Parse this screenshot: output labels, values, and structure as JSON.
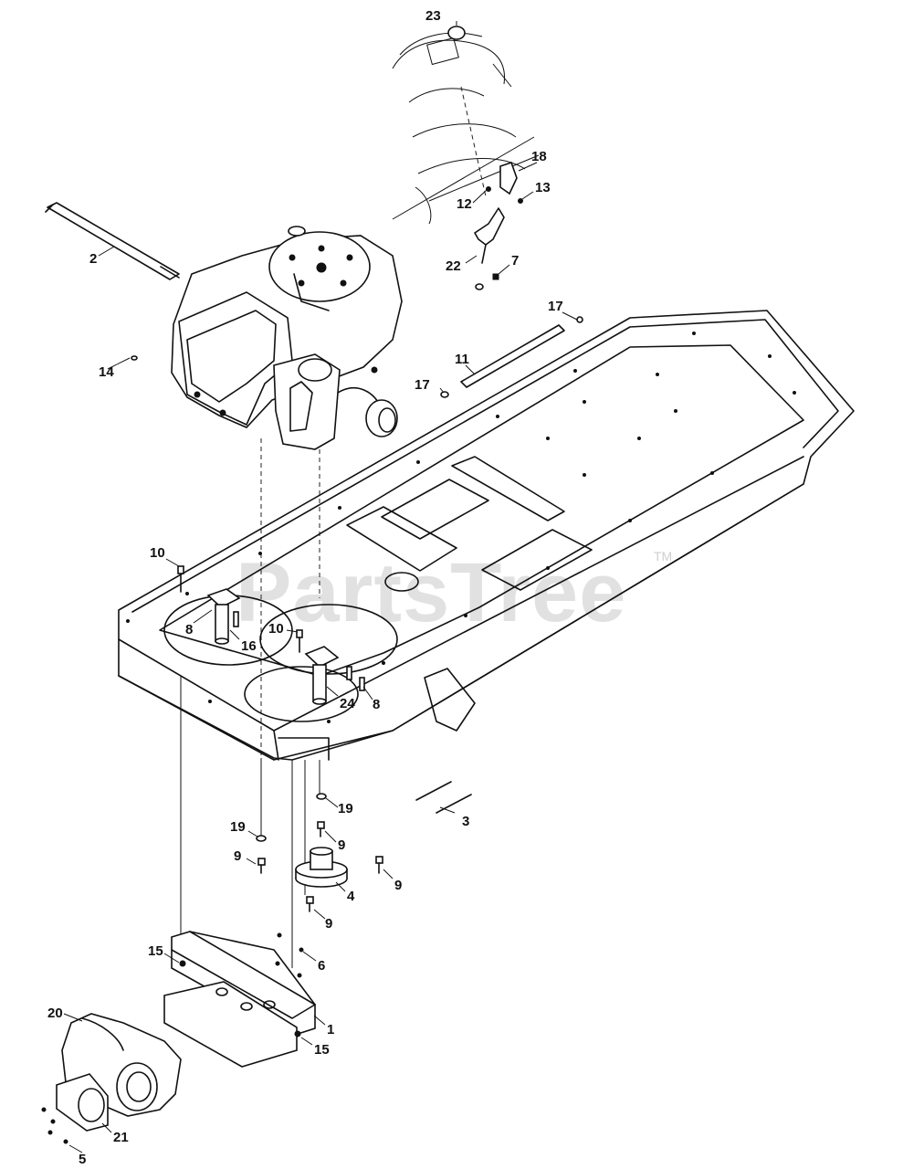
{
  "watermark": {
    "text": "PartsTree",
    "trademark": "TM"
  },
  "callouts": [
    {
      "id": "c1",
      "label": "1"
    },
    {
      "id": "c2",
      "label": "2"
    },
    {
      "id": "c3",
      "label": "3"
    },
    {
      "id": "c4",
      "label": "4"
    },
    {
      "id": "c5",
      "label": "5"
    },
    {
      "id": "c6",
      "label": "6"
    },
    {
      "id": "c7",
      "label": "7"
    },
    {
      "id": "c8a",
      "label": "8"
    },
    {
      "id": "c8b",
      "label": "8"
    },
    {
      "id": "c9a",
      "label": "9"
    },
    {
      "id": "c9b",
      "label": "9"
    },
    {
      "id": "c9c",
      "label": "9"
    },
    {
      "id": "c9d",
      "label": "9"
    },
    {
      "id": "c10a",
      "label": "10"
    },
    {
      "id": "c10b",
      "label": "10"
    },
    {
      "id": "c11",
      "label": "11"
    },
    {
      "id": "c12",
      "label": "12"
    },
    {
      "id": "c13",
      "label": "13"
    },
    {
      "id": "c14",
      "label": "14"
    },
    {
      "id": "c15a",
      "label": "15"
    },
    {
      "id": "c15b",
      "label": "15"
    },
    {
      "id": "c16",
      "label": "16"
    },
    {
      "id": "c17a",
      "label": "17"
    },
    {
      "id": "c17b",
      "label": "17"
    },
    {
      "id": "c18",
      "label": "18"
    },
    {
      "id": "c19a",
      "label": "19"
    },
    {
      "id": "c19b",
      "label": "19"
    },
    {
      "id": "c20",
      "label": "20"
    },
    {
      "id": "c21",
      "label": "21"
    },
    {
      "id": "c22",
      "label": "22"
    },
    {
      "id": "c23",
      "label": "23"
    },
    {
      "id": "c24",
      "label": "24"
    }
  ]
}
